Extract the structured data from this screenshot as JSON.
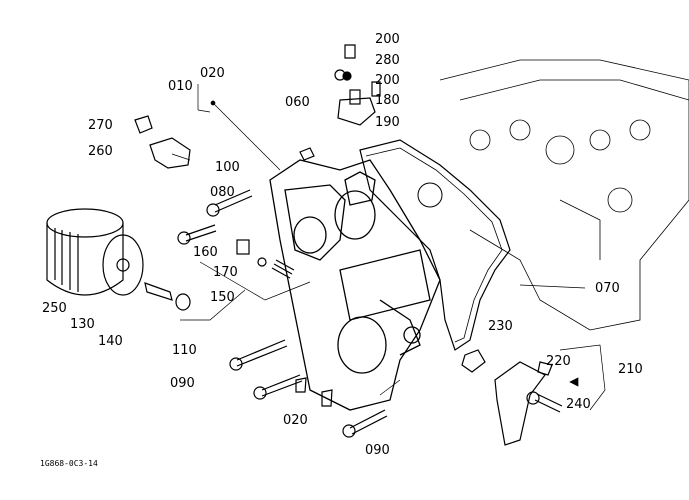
{
  "diagram": {
    "caption": "1G868-0C3-14",
    "callouts": [
      {
        "id": "c-200a",
        "text": "200"
      },
      {
        "id": "c-280",
        "text": "280"
      },
      {
        "id": "c-200b",
        "text": "200"
      },
      {
        "id": "c-180",
        "text": "180"
      },
      {
        "id": "c-190",
        "text": "190"
      },
      {
        "id": "c-010",
        "text": "010"
      },
      {
        "id": "c-020a",
        "text": "020"
      },
      {
        "id": "c-060",
        "text": "060"
      },
      {
        "id": "c-270",
        "text": "270"
      },
      {
        "id": "c-260",
        "text": "260"
      },
      {
        "id": "c-100",
        "text": "100"
      },
      {
        "id": "c-080",
        "text": "080"
      },
      {
        "id": "c-160",
        "text": "160"
      },
      {
        "id": "c-170",
        "text": "170"
      },
      {
        "id": "c-150",
        "text": "150"
      },
      {
        "id": "c-250",
        "text": "250"
      },
      {
        "id": "c-130",
        "text": "130"
      },
      {
        "id": "c-140",
        "text": "140"
      },
      {
        "id": "c-110",
        "text": "110"
      },
      {
        "id": "c-090a",
        "text": "090"
      },
      {
        "id": "c-020b",
        "text": "020"
      },
      {
        "id": "c-090b",
        "text": "090"
      },
      {
        "id": "c-070",
        "text": "070"
      },
      {
        "id": "c-230",
        "text": "230"
      },
      {
        "id": "c-220",
        "text": "220"
      },
      {
        "id": "c-210",
        "text": "210"
      },
      {
        "id": "c-240",
        "text": "240"
      }
    ]
  }
}
